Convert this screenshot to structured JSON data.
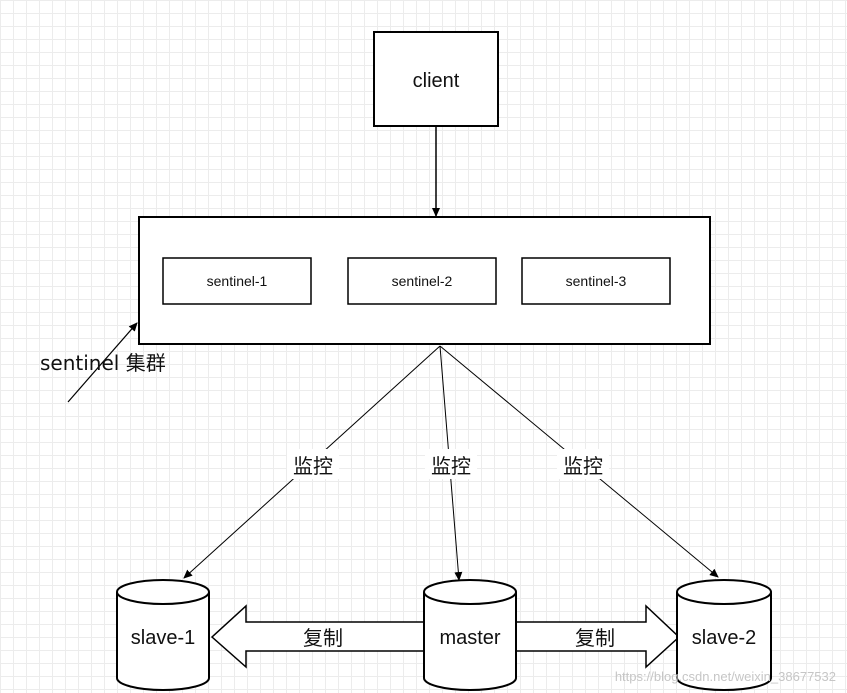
{
  "client": {
    "label": "client"
  },
  "sentinels": [
    {
      "label": "sentinel-1"
    },
    {
      "label": "sentinel-2"
    },
    {
      "label": "sentinel-3"
    }
  ],
  "cluster_label": "sentinel 集群",
  "monitor_labels": [
    "监控",
    "监控",
    "监控"
  ],
  "databases": {
    "slave1": "slave-1",
    "master": "master",
    "slave2": "slave-2"
  },
  "replication_labels": [
    "复制",
    "复制"
  ],
  "watermark": "https://blog.csdn.net/weixin_38677532"
}
